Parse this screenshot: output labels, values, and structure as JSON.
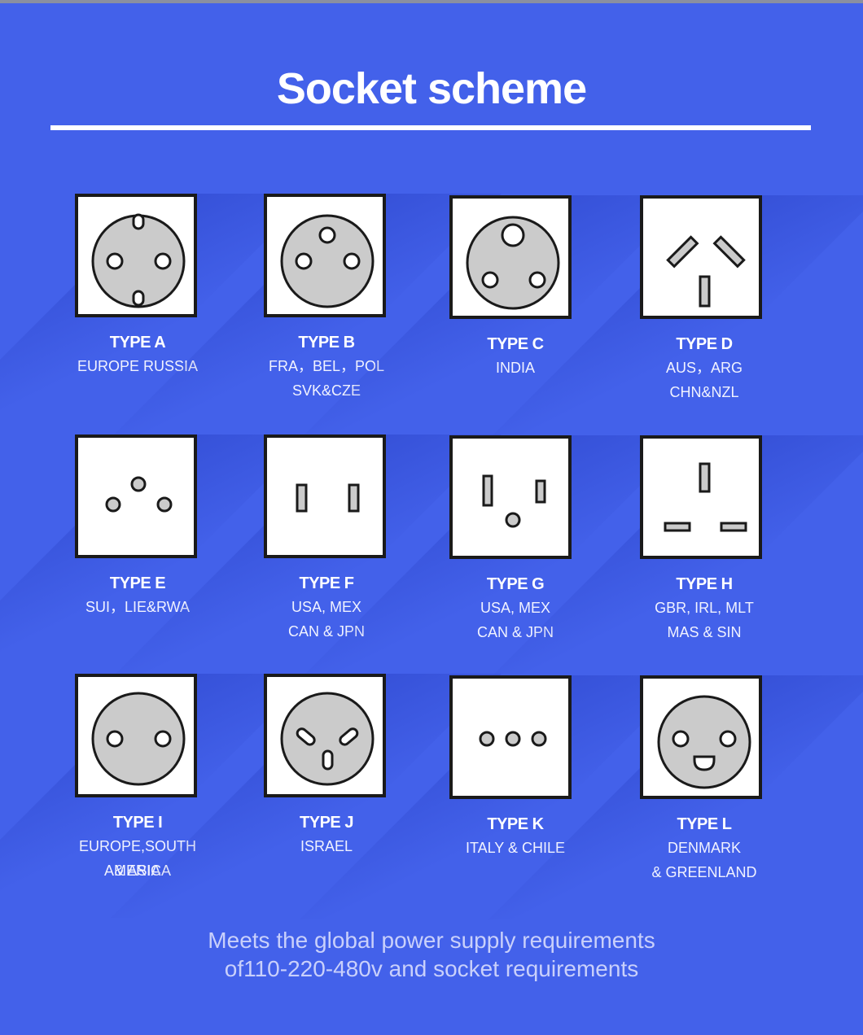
{
  "title": "Socket scheme",
  "sockets": [
    {
      "type": "TYPE A",
      "lines": [
        "EUROPE RUSSIA"
      ]
    },
    {
      "type": "TYPE B",
      "lines": [
        "FRA，BEL，POL",
        "SVK&CZE"
      ]
    },
    {
      "type": "TYPE C",
      "lines": [
        "INDIA"
      ]
    },
    {
      "type": "TYPE D",
      "lines": [
        "AUS，ARG",
        "CHN&NZL"
      ]
    },
    {
      "type": "TYPE E",
      "lines": [
        "SUI，LIE&RWA"
      ]
    },
    {
      "type": "TYPE F",
      "lines": [
        "USA, MEX",
        "CAN & JPN"
      ]
    },
    {
      "type": "TYPE G",
      "lines": [
        "USA, MEX",
        "CAN & JPN"
      ]
    },
    {
      "type": "TYPE H",
      "lines": [
        "GBR, IRL, MLT",
        "MAS & SIN"
      ]
    },
    {
      "type": "TYPE I",
      "lines": [
        "EUROPE,SOUTH AMERICA",
        "& ASIA"
      ]
    },
    {
      "type": "TYPE J",
      "lines": [
        "ISRAEL"
      ]
    },
    {
      "type": "TYPE K",
      "lines": [
        "ITALY & CHILE"
      ]
    },
    {
      "type": "TYPE L",
      "lines": [
        "DENMARK",
        "& GREENLAND"
      ]
    }
  ],
  "footer": {
    "line1": "Meets the global power supply requirements",
    "line2": "of110-220-480v and socket requirements"
  },
  "colors": {
    "background": "#4361ea",
    "socket_face": "#cbcbcb",
    "outline": "#1a1a1a"
  }
}
